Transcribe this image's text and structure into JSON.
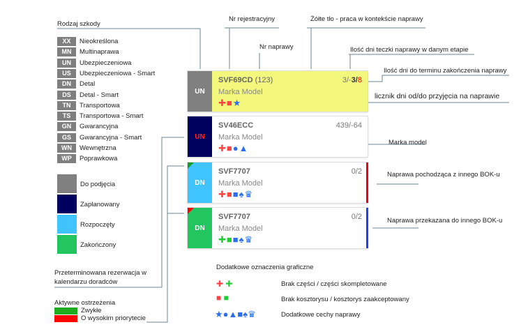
{
  "legend_damage_type": {
    "title": "Rodzaj szkody",
    "items": [
      {
        "code": "XX",
        "label": "Nieokreślona"
      },
      {
        "code": "MN",
        "label": "Multinaprawa"
      },
      {
        "code": "UN",
        "label": "Ubezpieczeniowa"
      },
      {
        "code": "US",
        "label": "Ubezpieczeniowa - Smart"
      },
      {
        "code": "DN",
        "label": "Detal"
      },
      {
        "code": "DS",
        "label": "Detal - Smart"
      },
      {
        "code": "TN",
        "label": "Transportowa"
      },
      {
        "code": "TS",
        "label": "Transportowa - Smart"
      },
      {
        "code": "GN",
        "label": "Gwarancyjna"
      },
      {
        "code": "GS",
        "label": "Gwarancyjna - Smart"
      },
      {
        "code": "WN",
        "label": "Wewnętrzna"
      },
      {
        "code": "WP",
        "label": "Poprawkowa"
      }
    ]
  },
  "legend_status": [
    {
      "label": "Do podjęcia",
      "color": "#808080"
    },
    {
      "label": "Zaplanowany",
      "color": "#00005f"
    },
    {
      "label": "Rozpoczęty",
      "color": "#40c4ff"
    },
    {
      "label": "Zakończony",
      "color": "#22c55e"
    }
  ],
  "overdue_label": "Przeterminowana rezerwacja w kalendarzu doradców",
  "warnings": {
    "title": "Aktywne ostrzeżenia",
    "items": [
      {
        "label": "Zwykłe",
        "color": "#1faa1f"
      },
      {
        "label": "O wysokim priorytecie",
        "color": "#ff0000"
      }
    ]
  },
  "cards": [
    {
      "type": "UN",
      "reg": "SVF69CD",
      "num": "(123)",
      "model": "Marka Model",
      "count_a": "3/-",
      "count_b": "3/",
      "count_c": "8",
      "icons": "✚■★"
    },
    {
      "type": "UN",
      "reg": "SV46ECC",
      "num": "",
      "model": "Marka Model",
      "count_a": "439/-64",
      "icons": "✚■●▲"
    },
    {
      "type": "DN",
      "reg": "SVF7707",
      "num": "",
      "model": "Marka Model",
      "count_a": "0/2",
      "icons": "✚■■♠♛"
    },
    {
      "type": "DN",
      "reg": "SVF7707",
      "num": "",
      "model": "Marka Model",
      "count_a": "0/2",
      "icons": "✚■■♠♛"
    }
  ],
  "annotations": {
    "nr_rej": "Nr rejestracyjny",
    "nr_naprawy": "Nr naprawy",
    "yellow": "Żółte tło - praca w kontekście naprawy",
    "days_folder": "Ilość dni teczki naprawy w danym etapie",
    "days_deadline": "Ilość dni do terminu zakończenia naprawy",
    "counter": "licznik dni od/do przyjęcia na naprawie",
    "marka": "Marka model",
    "from_bok": "Naprawa pochodząca z innego BOK-u",
    "to_bok": "Naprawa przekazana do innego BOK-u"
  },
  "extra": {
    "title": "Dodatkowe oznaczenia graficzne",
    "items": [
      {
        "icons_a": "✚",
        "icons_b": "✚",
        "label": "Brak części / części skompletowane"
      },
      {
        "icons_a": "■",
        "icons_b": "■",
        "label": "Brak kosztorysu / kosztorys zaakceptowany"
      },
      {
        "icons": "★●▲■♠♛",
        "label": "Dodatkowe cechy naprawy"
      }
    ]
  }
}
